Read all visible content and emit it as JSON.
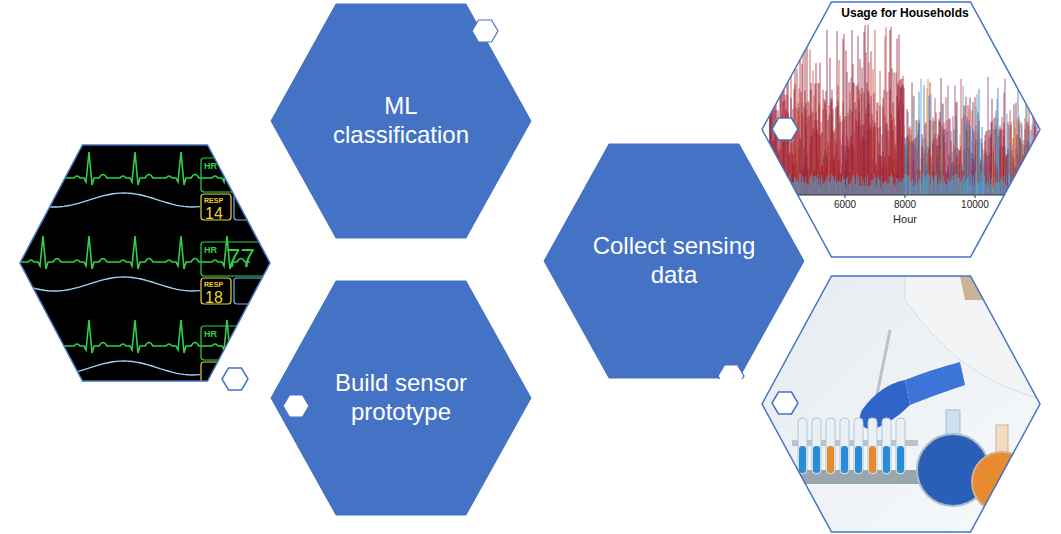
{
  "diagram": {
    "nodes": [
      {
        "text": [
          "ML classification"
        ]
      },
      {
        "text": [
          "Collect sensing data"
        ]
      },
      {
        "text": [
          "Build sensor prototype"
        ]
      }
    ],
    "labels": [
      "Usage for Households",
      "6000",
      "8000",
      "10000",
      "Hour",
      "HR",
      "RESP",
      "14",
      "HR",
      "77",
      "RESP",
      "18",
      "HR"
    ]
  }
}
